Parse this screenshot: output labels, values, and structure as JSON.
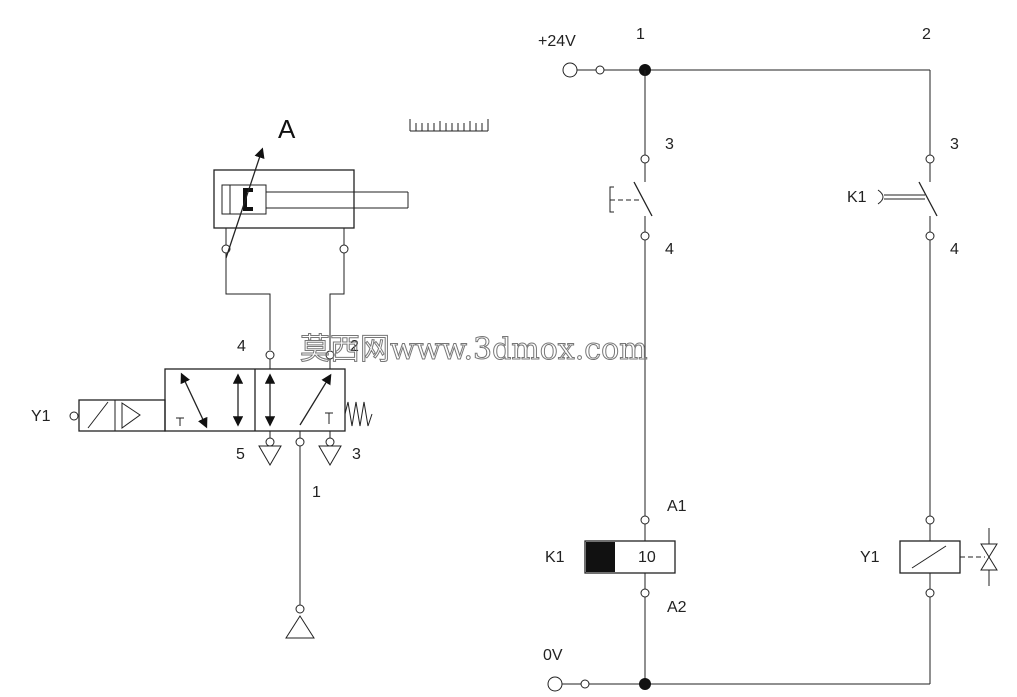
{
  "pneumatic": {
    "cylinder_label": "A",
    "solenoid_label": "Y1",
    "port_4": "4",
    "port_2": "2",
    "port_5": "5",
    "port_3": "3",
    "port_1": "1"
  },
  "electrical": {
    "supply_pos": "+24V",
    "supply_neg": "0V",
    "rung_1": "1",
    "rung_2": "2",
    "r1_term_3": "3",
    "r1_term_4": "4",
    "r2_term_3": "3",
    "r2_term_4": "4",
    "contact_label": "K1",
    "relay_label": "K1",
    "relay_number": "10",
    "relay_a1": "A1",
    "relay_a2": "A2",
    "valve_coil_label": "Y1"
  },
  "watermark": "莫西网www.3dmox.com"
}
